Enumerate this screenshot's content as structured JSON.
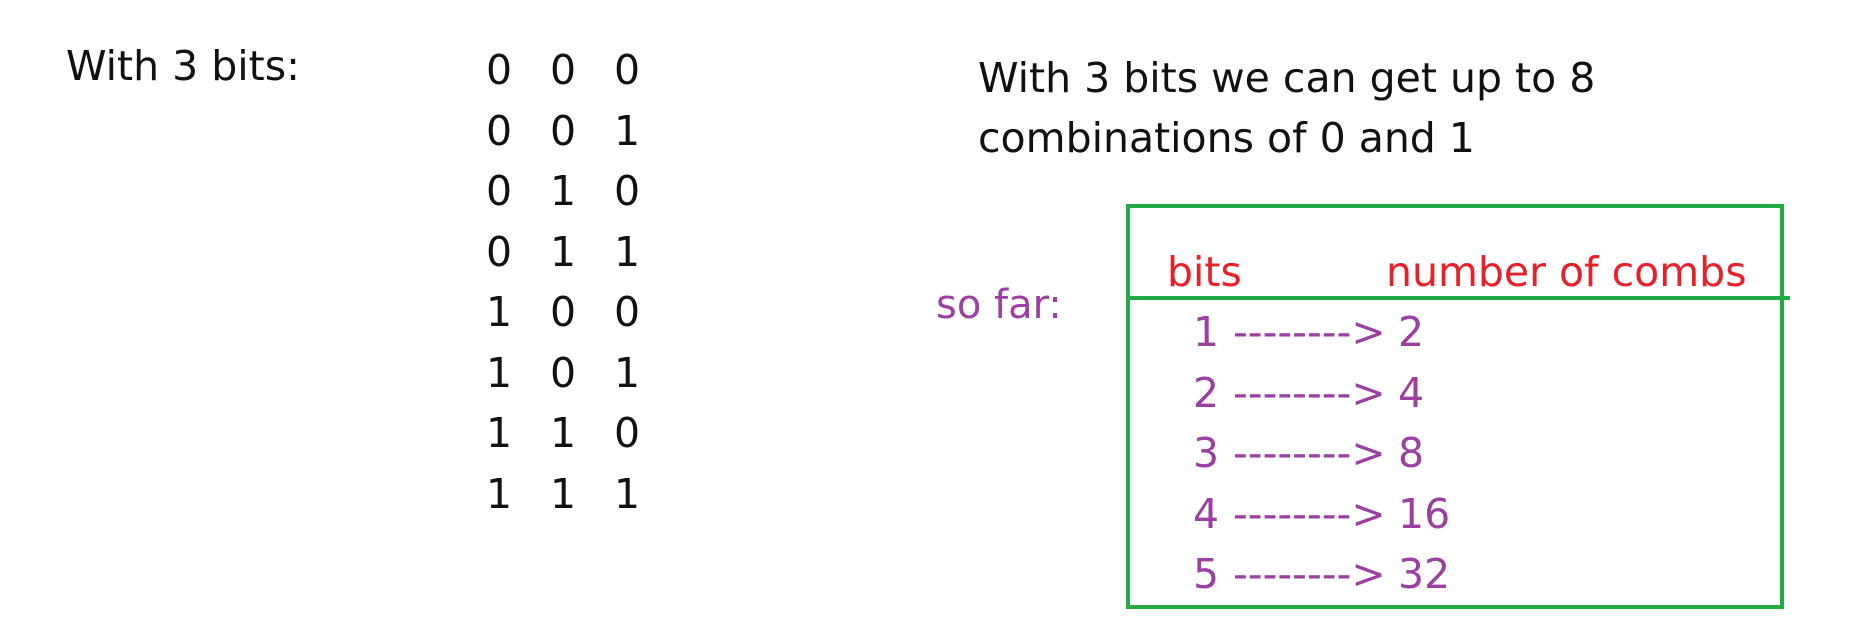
{
  "colors": {
    "text": "#111111",
    "purple": "#9b3fa3",
    "red": "#e8202a",
    "green": "#22aa44"
  },
  "left_label": "With 3 bits:",
  "bits_rows": [
    [
      "0",
      "0",
      "0"
    ],
    [
      "0",
      "0",
      "1"
    ],
    [
      "0",
      "1",
      "0"
    ],
    [
      "0",
      "1",
      "1"
    ],
    [
      "1",
      "0",
      "0"
    ],
    [
      "1",
      "0",
      "1"
    ],
    [
      "1",
      "1",
      "0"
    ],
    [
      "1",
      "1",
      "1"
    ]
  ],
  "statement": {
    "line1": "With 3 bits we can get up to 8",
    "line2": "combinations of 0 and 1"
  },
  "so_far_label": "so far:",
  "table": {
    "header_bits": "bits",
    "header_combs": "number of combs",
    "rows": [
      {
        "bits": "1",
        "arrow": "-------->",
        "combs": " 2"
      },
      {
        "bits": "2",
        "arrow": "-------->",
        "combs": " 4"
      },
      {
        "bits": "3",
        "arrow": "-------->",
        "combs": " 8"
      },
      {
        "bits": "4",
        "arrow": "-------->",
        "combs": "16"
      },
      {
        "bits": "5",
        "arrow": "-------->",
        "combs": "32"
      }
    ]
  }
}
